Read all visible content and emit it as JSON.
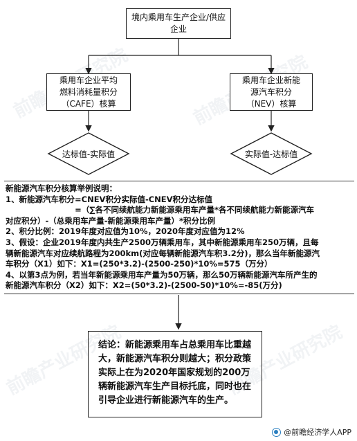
{
  "top_box": {
    "line1": "境内乘用车生产企业/供应",
    "line2": "企业"
  },
  "cafe_box": {
    "line1": "乘用车企业平均",
    "line2": "燃料消耗量积分",
    "line3": "（CAFE）核算"
  },
  "nev_box": {
    "line1": "乘用车企业新能",
    "line2": "源汽车积分",
    "line3": "（NEV）核算"
  },
  "left_diamond": "达标值-实际值",
  "right_diamond": "实际值-达标值",
  "explanation": {
    "title": "新能源汽车积分核算举例说明：",
    "lines": [
      "1、新能源汽车积分=CNEV积分实际值-CNEV积分达标值",
      "                         =（∑各不同续航能力新能源乘用车产量*各不同续航能力新能源汽车",
      "对应积分）-（总乘用车产量-新能源乘用车产量）*积分比例",
      "2、积分比例：2019年度对应值为10%，2020年度对应值为12%",
      "3、假设：企业2019年度内共生产2500万辆乘用车，其中新能源乘用车250万辆，且每",
      "辆新能源汽车对应续航路程为200km(对应每辆新能源汽车积3.2分)，那么当年新能源汽",
      "车积分（X1）如下：X1=(250*3.2)-(2500-250)*10%=575（万分）",
      "4、以第3点为例，若当年新能源乘用车产量为50万辆，那么50万辆新能源汽车所产生的",
      "新能源汽车积分（X2）如下：X2=(50*3.2)-(2500-50)*10%=-85(万分)"
    ]
  },
  "conclusion": "结论：新能源乘用车占总乘用车比重越大，新能源汽车积分则越大；积分政策实际上在为2020年国家规划的200万辆新能源汽车生产目标托底，同时也在引导企业进行新能源汽车的生产。",
  "source": "@前瞻经济学人APP",
  "watermarks": [
    "前瞻产业研究院",
    "前瞻产业研究院",
    "前瞻产业研究院",
    "前瞻产业研究院"
  ]
}
